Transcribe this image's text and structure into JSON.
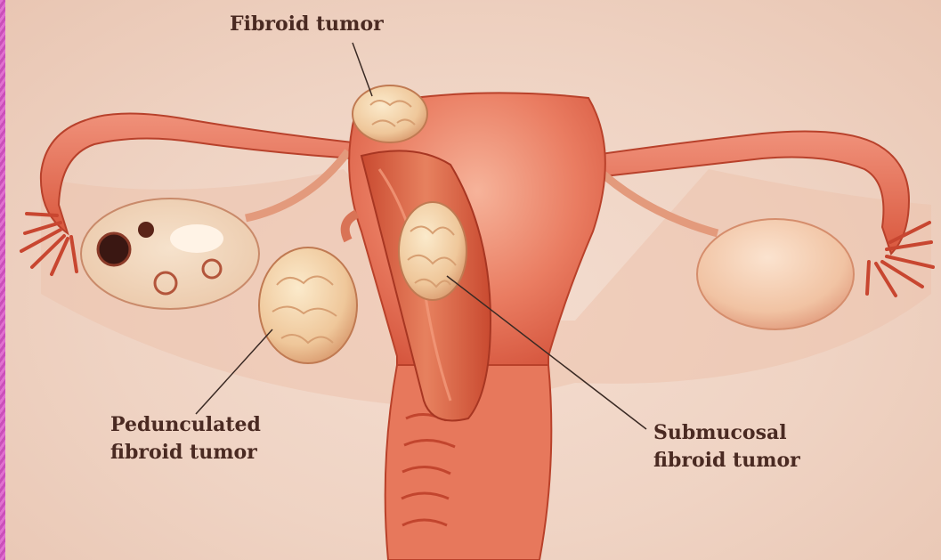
{
  "labels": {
    "fibroid_tumor": "Fibroid tumor",
    "pedunculated_line1": "Pedunculated",
    "pedunculated_line2": "fibroid tumor",
    "submucosal_line1": "Submucosal",
    "submucosal_line2": "fibroid tumor"
  },
  "colors": {
    "tissue": "#e8745a",
    "tissue_dark": "#c8432e",
    "tissue_light": "#f3b49a",
    "fibroid": "#f3d2a8",
    "ovary": "#f1d6b8",
    "border": "#d85fc8"
  }
}
